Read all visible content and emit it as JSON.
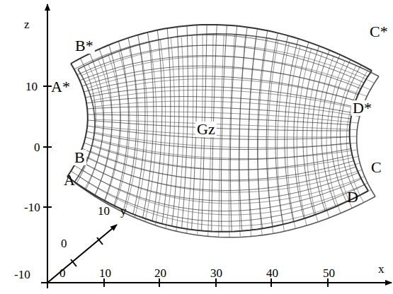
{
  "diagram": {
    "labels": [
      "z",
      "10",
      "0",
      "-10",
      "-10",
      "0",
      "10",
      "20",
      "30",
      "40",
      "50",
      "x",
      "0",
      "10",
      "y",
      "B*",
      "A*",
      "B",
      "A",
      "Gz",
      "C*",
      "D*",
      "C",
      "D"
    ]
  }
}
